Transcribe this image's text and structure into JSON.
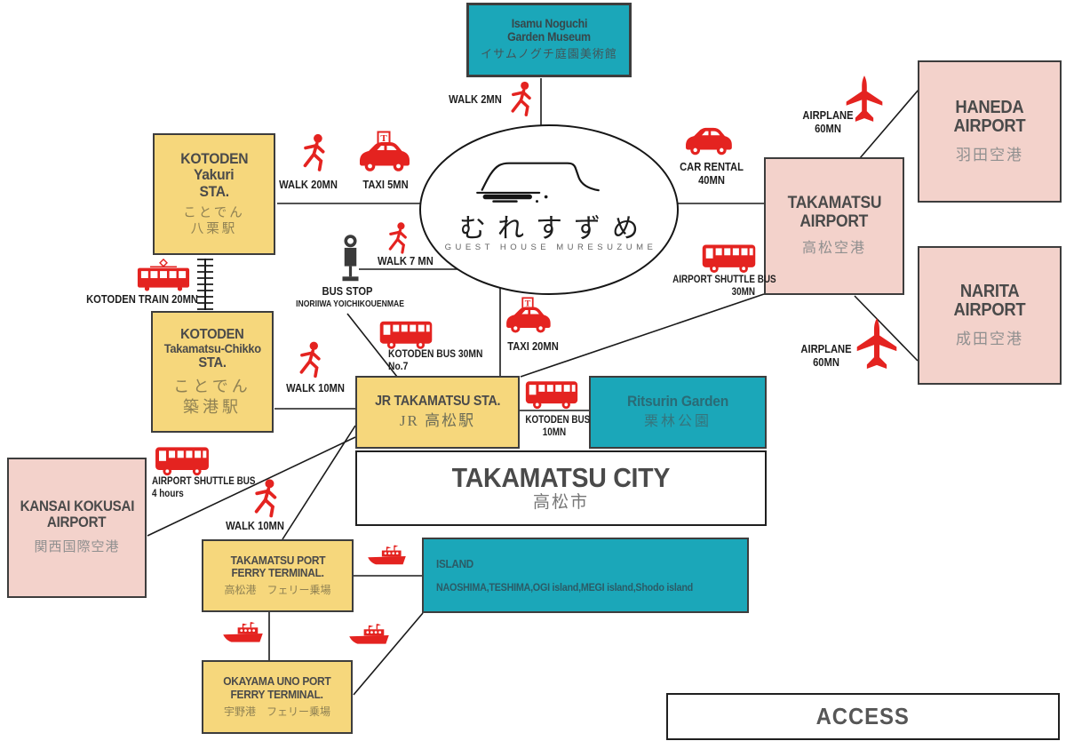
{
  "colors": {
    "teal": "#1BA7B9",
    "yellow": "#F6D77C",
    "pink": "#F3D2CB",
    "icon_red": "#E42320",
    "box_border": "#3D3D3D",
    "route_line": "#1A1A1A",
    "heading_text": "#4A4A4A"
  },
  "icons": [
    "walk-icon",
    "taxi-icon",
    "car-icon",
    "bus-icon",
    "train-icon",
    "airplane-icon",
    "ferry-icon",
    "bus-stop-icon",
    "railway-track",
    "mountain-logo"
  ],
  "nodes": {
    "museum": {
      "name1": "Isamu Noguchi",
      "name2": "Garden Museum",
      "jp": "イサムノグチ庭園美術館"
    },
    "guesthouse": {
      "jp": "むれすずめ",
      "en": "GUEST HOUSE MURESUZUME"
    },
    "yakuri": {
      "l1": "KOTODEN",
      "l2": "Yakuri",
      "l3": "STA.",
      "jp1": "ことでん",
      "jp2": "八栗駅"
    },
    "chikko": {
      "l1": "KOTODEN",
      "l2": "Takamatsu-Chikko",
      "l3": "STA.",
      "jp1": "ことでん",
      "jp2": "築港駅"
    },
    "jr": {
      "en": "JR TAKAMATSU STA.",
      "jp": "JR 高松駅"
    },
    "ritsurin": {
      "en": "Ritsurin Garden",
      "jp": "栗林公園"
    },
    "city": {
      "en": "TAKAMATSU CITY",
      "jp": "高松市"
    },
    "takamatsu_airport": {
      "l1": "TAKAMATSU",
      "l2": "AIRPORT",
      "jp": "高松空港"
    },
    "haneda": {
      "l1": "HANEDA",
      "l2": "AIRPORT",
      "jp": "羽田空港"
    },
    "narita": {
      "l1": "NARITA",
      "l2": "AIRPORT",
      "jp": "成田空港"
    },
    "kansai": {
      "l1": "KANSAI KOKUSAI",
      "l2": "AIRPORT",
      "jp": "関西国際空港"
    },
    "port": {
      "l1": "TAKAMATSU PORT",
      "l2": "FERRY TERMINAL.",
      "jp": "高松港　フェリー乗場"
    },
    "okayama": {
      "l1": "OKAYAMA UNO PORT",
      "l2": "FERRY TERMINAL.",
      "jp": "宇野港　フェリー乗場"
    },
    "island": {
      "title": "ISLAND",
      "list": "NAOSHIMA,TESHIMA,OGI island,MEGI island,Shodo island"
    },
    "access": {
      "label": "ACCESS"
    }
  },
  "routes": {
    "walk_museum": "WALK 2MN",
    "walk_yakuri": "WALK 20MN",
    "taxi_yakuri": "TAXI 5MN",
    "walk_busstop": "WALK 7 MN",
    "busstop_title": "BUS STOP",
    "busstop_name": "INORIIWA YOICHIKOUENMAE",
    "kotoden_train": "KOTODEN TRAIN  20MN",
    "kotoden_bus_no7_l1": "KOTODEN BUS  30MN",
    "kotoden_bus_no7_l2": "No.7",
    "walk_chikko": "WALK  10MN",
    "taxi_jr": "TAXI 20MN",
    "kotoden_bus_ritsurin_l1": "KOTODEN BUS",
    "kotoden_bus_ritsurin_l2": "10MN",
    "car_rental_l1": "CAR RENTAL",
    "car_rental_l2": "40MN",
    "airplane_haneda_l1": "AIRPLANE",
    "airplane_haneda_l2": "60MN",
    "airplane_narita_l1": "AIRPLANE",
    "airplane_narita_l2": "60MN",
    "shuttle_takamatsu_l1": "AIRPORT SHUTTLE BUS",
    "shuttle_takamatsu_l2": "30MN",
    "shuttle_kansai_l1": "AIRPORT SHUTTLE BUS",
    "shuttle_kansai_l2": "4 hours",
    "walk_port": "WALK  10MN",
    "taxi_sign": "T"
  }
}
